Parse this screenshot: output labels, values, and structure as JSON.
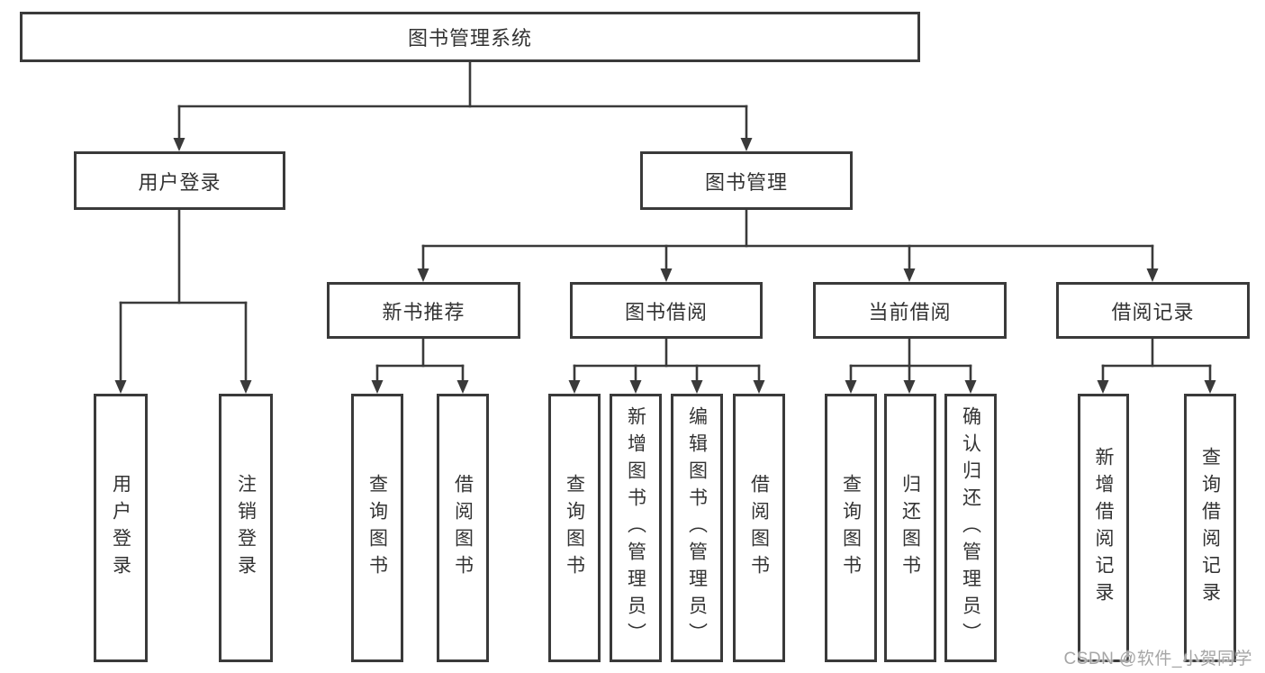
{
  "diagram": {
    "nodes": {
      "root": {
        "label": "图书管理系统"
      },
      "level2": [
        {
          "label": "用户登录"
        },
        {
          "label": "图书管理"
        }
      ],
      "level3": [
        {
          "label": "新书推荐",
          "parent": "图书管理"
        },
        {
          "label": "图书借阅",
          "parent": "图书管理"
        },
        {
          "label": "当前借阅",
          "parent": "图书管理"
        },
        {
          "label": "借阅记录",
          "parent": "图书管理"
        }
      ],
      "leaves": [
        {
          "label": "用户登录",
          "parent": "用户登录"
        },
        {
          "label": "注销登录",
          "parent": "用户登录"
        },
        {
          "label": "查询图书",
          "parent": "新书推荐"
        },
        {
          "label": "借阅图书",
          "parent": "新书推荐"
        },
        {
          "label": "查询图书",
          "parent": "图书借阅"
        },
        {
          "label": "新增图书（管理员）",
          "parent": "图书借阅"
        },
        {
          "label": "编辑图书（管理员）",
          "parent": "图书借阅"
        },
        {
          "label": "借阅图书",
          "parent": "图书借阅"
        },
        {
          "label": "查询图书",
          "parent": "当前借阅"
        },
        {
          "label": "归还图书",
          "parent": "当前借阅"
        },
        {
          "label": "确认归还（管理员）",
          "parent": "当前借阅"
        },
        {
          "label": "新增借阅记录",
          "parent": "借阅记录"
        },
        {
          "label": "查询借阅记录",
          "parent": "借阅记录"
        }
      ]
    },
    "colors": {
      "line": "#3a3a3a",
      "text": "#333333",
      "background": "#ffffff"
    }
  },
  "watermark": {
    "text": "CSDN @软件_小贺同学",
    "color": "#a6a6a6"
  }
}
